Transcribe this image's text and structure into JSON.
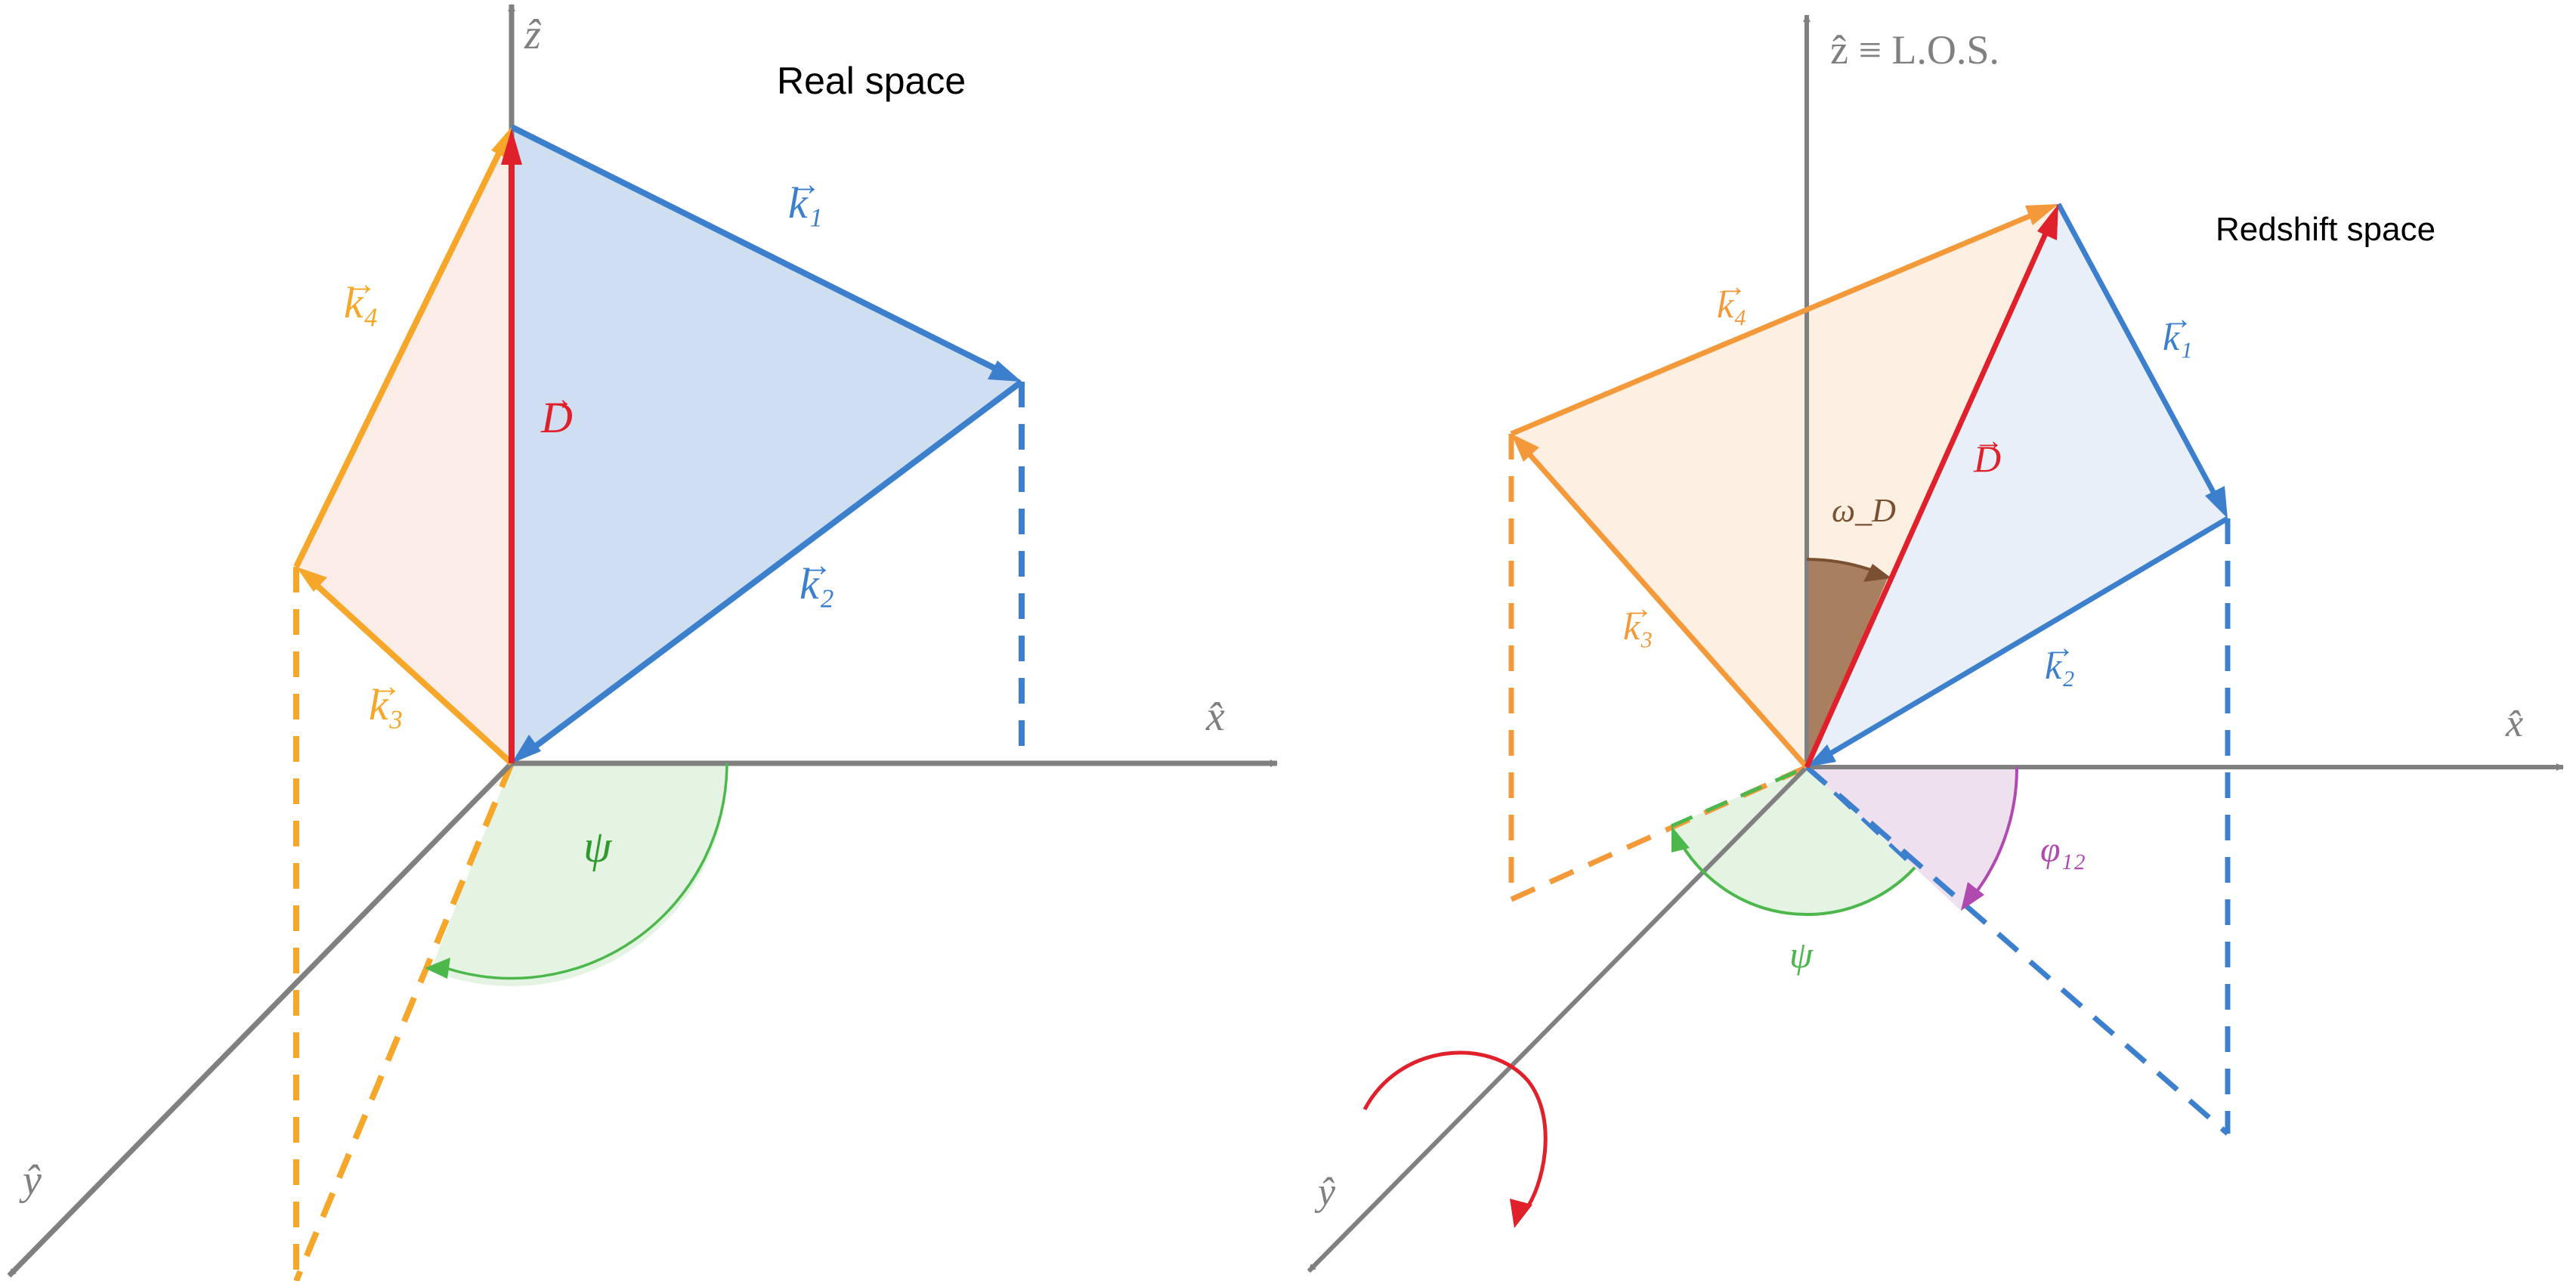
{
  "colors": {
    "axis": "#808080",
    "blue": "#3b7fcd",
    "blue_fill": "#cfdff1",
    "blue_fill_light": "#e8eff9",
    "orange_left": "#f6a72a",
    "orange_right": "#f4993a",
    "orange_fill_left": "#faece6",
    "orange_fill_right": "#fdf0e2",
    "red": "#e0202a",
    "green": "#4cb84c",
    "green_fill": "#e4f3e2",
    "purple": "#b04ab0",
    "purple_fill": "#efe0f0",
    "brown": "#7a5030",
    "brown_fill": "#a9805f"
  },
  "left_panel": {
    "title": "Real space",
    "axes": {
      "z": "ẑ",
      "x": "x̂",
      "y": "ŷ"
    },
    "labels": {
      "k1": "k₁",
      "k2": "k₂",
      "k3": "k₃",
      "k4": "k₄",
      "D": "D",
      "psi": "ψ"
    },
    "vector_mark": "→"
  },
  "right_panel": {
    "title": "Redshift space",
    "axes": {
      "z": "ẑ ≡ L.O.S.",
      "x": "x̂",
      "y": "ŷ"
    },
    "labels": {
      "k1": "k₁",
      "k2": "k₂",
      "k3": "k₃",
      "k4": "k₄",
      "D": "D",
      "psi": "ψ",
      "phi12": "φ₁₂",
      "omegaD": "ω_D"
    },
    "vector_mark": "→"
  }
}
